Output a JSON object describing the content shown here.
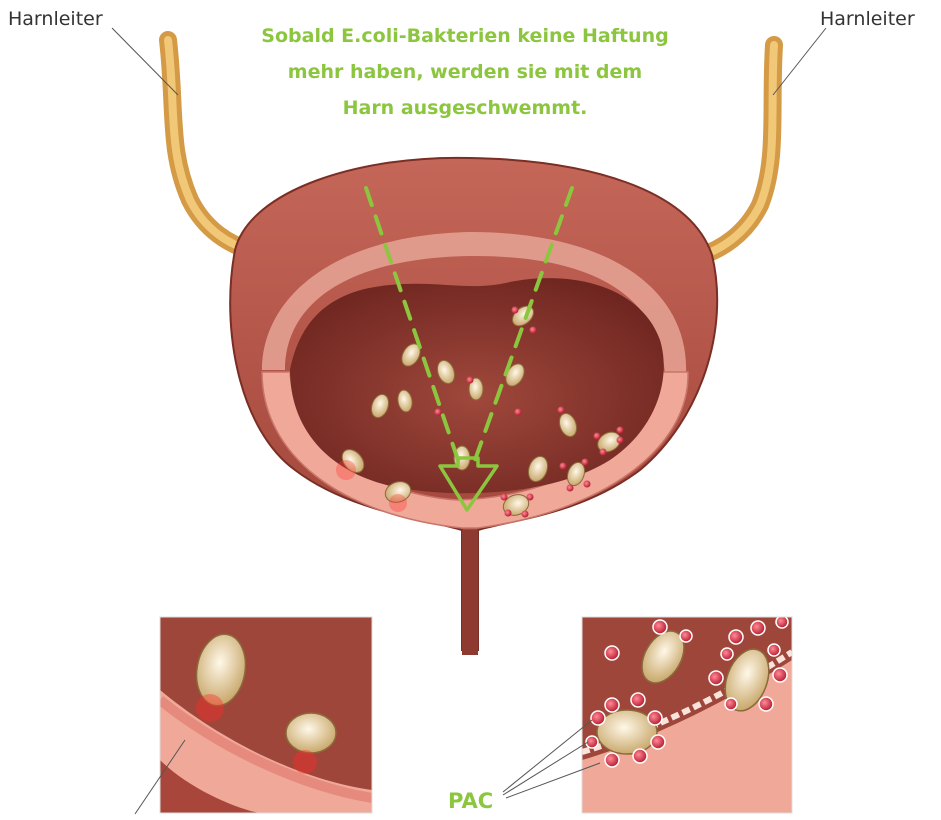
{
  "labels": {
    "ureter_left": "Harnleiter",
    "ureter_right": "Harnleiter",
    "pac": "PAC"
  },
  "caption": {
    "line1": "Sobald E.coli-Bakterien keine Haftung",
    "line2": "mehr haben, werden sie mit dem",
    "line3": "Harn ausgeschwemmt."
  },
  "colors": {
    "caption_green": "#8cc63f",
    "arrow_green": "#8cc63f",
    "bladder_outer": "#b5574a",
    "bladder_inner": "#8e3a30",
    "ureter": "#e4b15a",
    "tissue": "#f0a898",
    "bacteria": "#e7d3a6",
    "pac_dot": "#d8283c"
  }
}
